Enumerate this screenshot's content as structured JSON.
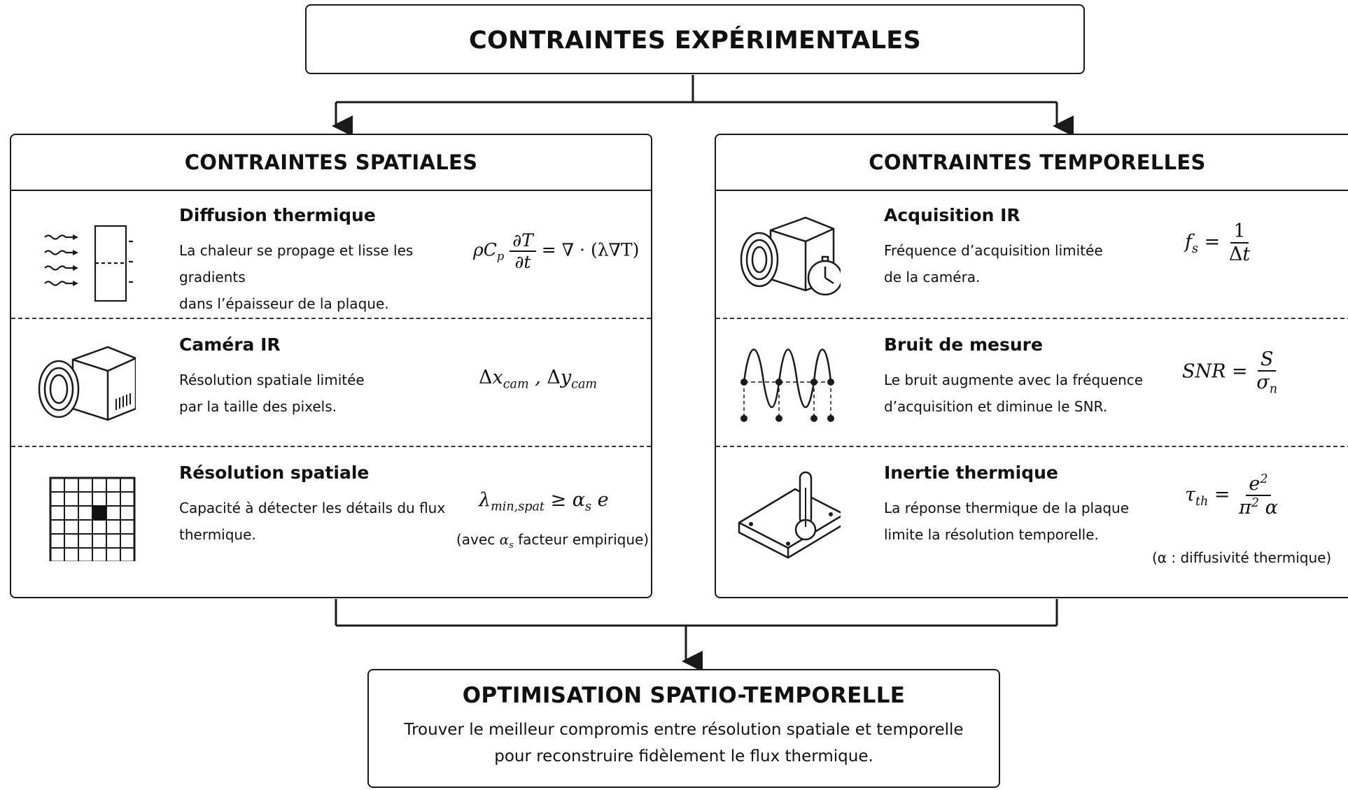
{
  "top": {
    "title": "CONTRAINTES EXPÉRIMENTALES"
  },
  "spatial": {
    "title": "CONTRAINTES SPATIALES",
    "rows": [
      {
        "icon": "heat-diffusion-plate-icon",
        "title": "Diffusion thermique",
        "desc_line1": "La chaleur se propage et lisse les gradients",
        "desc_line2": "dans l’épaisseur de la plaque."
      },
      {
        "icon": "camera-icon",
        "title": "Caméra IR",
        "desc_line1": "Résolution spatiale limitée",
        "desc_line2": "par la taille des pixels."
      },
      {
        "icon": "pixel-grid-icon",
        "title": "Résolution spatiale",
        "desc_line1": "Capacité à détecter les détails du flux",
        "desc_line2": "thermique.",
        "note_prefix": "(avec ",
        "note_suffix": " facteur empirique)"
      }
    ]
  },
  "temporal": {
    "title": "CONTRAINTES TEMPORELLES",
    "rows": [
      {
        "icon": "camera-timer-icon",
        "title": "Acquisition IR",
        "desc_line1": "Fréquence d’acquisition limitée",
        "desc_line2": "de la caméra."
      },
      {
        "icon": "sampled-wave-icon",
        "title": "Bruit de mesure",
        "desc_line1": "Le bruit augmente avec la fréquence",
        "desc_line2": "d’acquisition et diminue le SNR."
      },
      {
        "icon": "plate-thermometer-icon",
        "title": "Inertie thermique",
        "desc_line1": "La réponse thermique de la plaque",
        "desc_line2": "limite la résolution temporelle.",
        "note": "(α : diffusivité thermique)"
      }
    ]
  },
  "bottom": {
    "title": "OPTIMISATION SPATIO-TEMPORELLE",
    "desc_line1": "Trouver le meilleur compromis entre résolution spatiale et temporelle",
    "desc_line2": "pour reconstruire fidèlement le flux thermique."
  }
}
